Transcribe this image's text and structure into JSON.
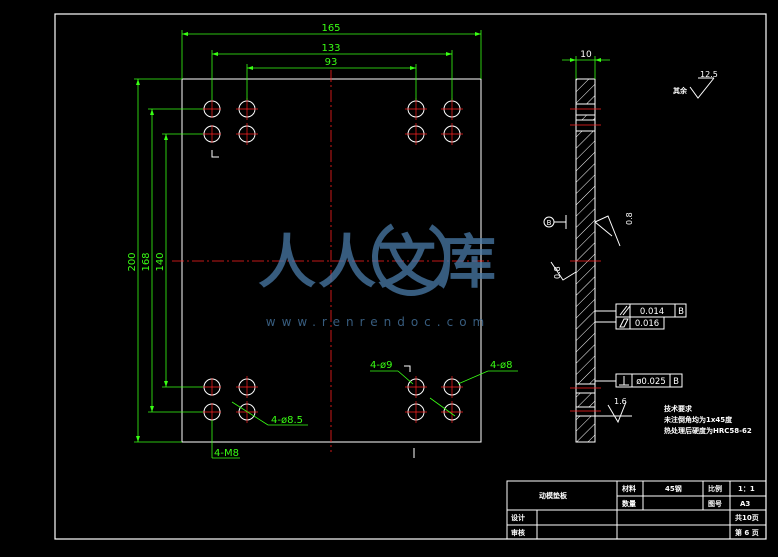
{
  "top_dimensions": {
    "overall_width": "165",
    "hole_spacing_outer": "133",
    "hole_spacing_inner": "93"
  },
  "side_dimensions": {
    "overall_height": "200",
    "hole_spacing_outer": "168",
    "hole_spacing_inner": "140"
  },
  "hole_callouts": {
    "tapped": "4-M8",
    "dia_8_5": "4-ø8.5",
    "dia_9": "4-ø9",
    "dia_8": "4-ø8"
  },
  "section_view": {
    "thickness": "10",
    "roughness_surface": "0.8",
    "roughness_face": "0.8",
    "roughness_bottom": "1.6",
    "datum_label": "B",
    "parallelism": "0.014",
    "flatness": "0.016",
    "perpendicularity": "ø0.025",
    "perp_datum": "B"
  },
  "roughness_general": {
    "value": "12.5",
    "label": "其余"
  },
  "technical_requirements": {
    "title": "技术要求",
    "line1": "未注倒角均为1x45度",
    "line2": "热处理后硬度为HRC58-62"
  },
  "title_block": {
    "part_name": "动模垫板",
    "material_label": "材料",
    "material_value": "45钢",
    "ratio_label": "比例",
    "ratio_value": "1：1",
    "quantity_label": "数量",
    "drawing_no_label": "图号",
    "drawing_no_value": "A3",
    "designer_label": "设计",
    "reviewer_label": "审核",
    "total_pages": "共10页",
    "page_no": "第 6 页"
  },
  "watermark": {
    "brand": "人人文库",
    "url": "www.renrendoc.com"
  },
  "colors": {
    "line_white": "#ffffff",
    "dimension_green": "#39ff14",
    "centerline_red": "#ff2020",
    "watermark_blue": "#4a7ba8"
  }
}
